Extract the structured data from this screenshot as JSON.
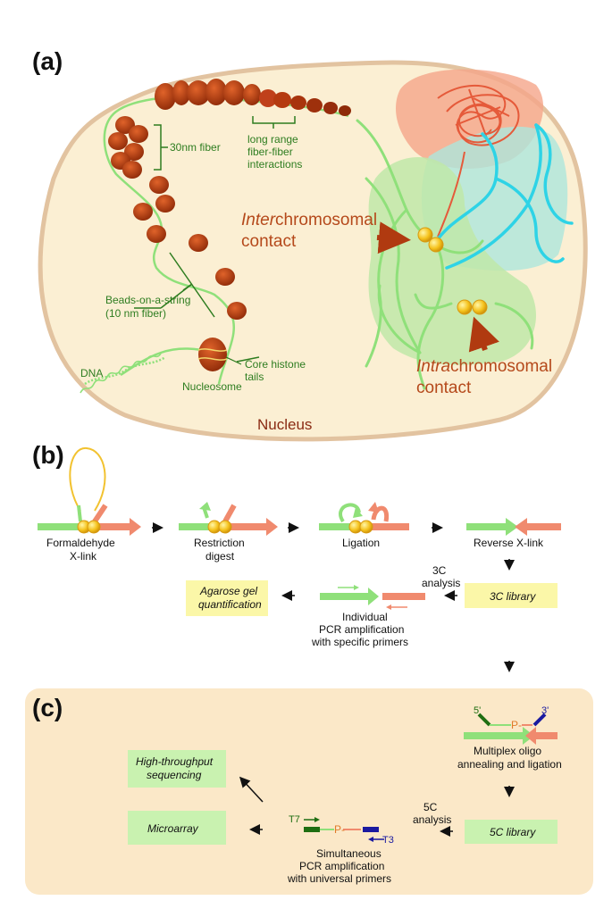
{
  "panels": {
    "a": "(a)",
    "b": "(b)",
    "c": "(c)"
  },
  "panel_a": {
    "fiber_30nm": "30nm fiber",
    "long_range_1": "long range",
    "long_range_2": "fiber-fiber",
    "long_range_3": "interactions",
    "beads_1": "Beads-on-a-string",
    "beads_2": "(10 nm fiber)",
    "dna": "DNA",
    "nucleosome": "Nucleosome",
    "core_histone_1": "Core histone",
    "core_histone_2": "tails",
    "nucleus": "Nucleus",
    "inter_italic": "Inter",
    "inter_rest": "chromosomal",
    "inter_line2": "contact",
    "intra_italic": "Intra",
    "intra_rest": "chromosomal",
    "intra_line2": "contact"
  },
  "panel_b": {
    "step1_line1": "Formaldehyde",
    "step1_line2": "X-link",
    "step2_line1": "Restriction",
    "step2_line2": "digest",
    "step3": "Ligation",
    "step4": "Reverse X-link",
    "analysis_line1": "3C",
    "analysis_line2": "analysis",
    "library": "3C library",
    "pcr_line1": "Individual",
    "pcr_line2": "PCR amplification",
    "pcr_line3": "with specific primers",
    "quant_line1": "Agarose gel",
    "quant_line2": "quantification"
  },
  "panel_c": {
    "primer_5": "5'",
    "primer_3": "3'",
    "p_label": "P-",
    "multiplex_line1": "Multiplex oligo",
    "multiplex_line2": "annealing and ligation",
    "library": "5C library",
    "analysis_line1": "5C",
    "analysis_line2": "analysis",
    "t7": "T7",
    "t3": "T3",
    "p_label2": "P-",
    "pcr_line1": "Simultaneous",
    "pcr_line2": "PCR amplification",
    "pcr_line3": "with universal primers",
    "hts_line1": "High-throughput",
    "hts_line2": "sequencing",
    "microarray": "Microarray"
  },
  "colors": {
    "nucleus_fill": "#fbefd3",
    "nucleus_stroke": "#e2c3a0",
    "green_dna": "#8fe07a",
    "salmon": "#f08a6e",
    "cyan": "#2ed3e6",
    "chromatin": "#b53a10",
    "bead": "#f7c51e",
    "box_yellow": "#fbf7a8",
    "box_green": "#c9f2b0",
    "panel_c_bg": "#fbe8c8"
  }
}
